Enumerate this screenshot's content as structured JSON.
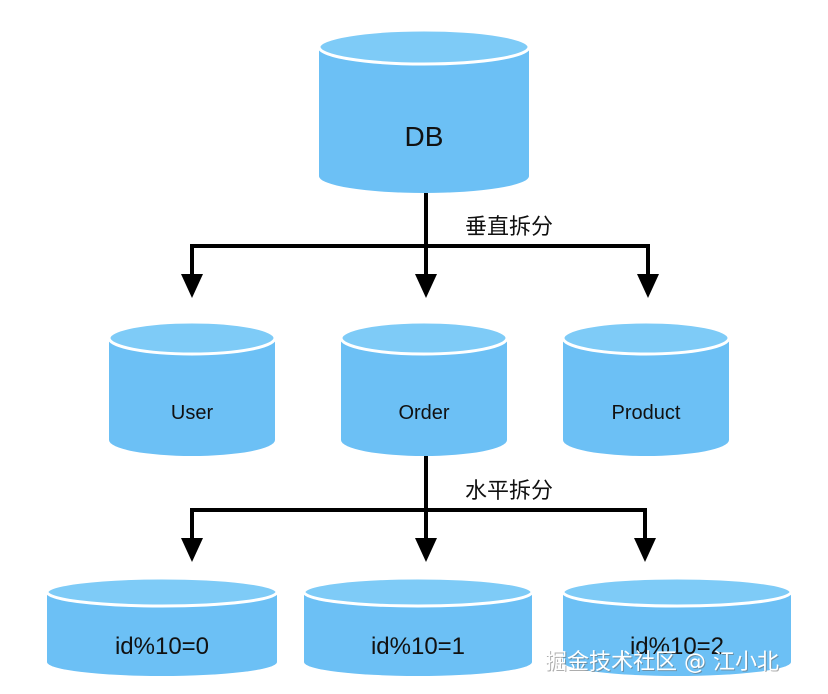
{
  "colors": {
    "db_fill": "#6CC0F5",
    "db_top": "#79C8F7",
    "db_rim": "#FFFFFF",
    "arrow": "#000000",
    "background": "#FFFFFF"
  },
  "diagram": {
    "root": {
      "label": "DB"
    },
    "vertical_split": {
      "label": "垂直拆分",
      "children": [
        {
          "label": "User"
        },
        {
          "label": "Order"
        },
        {
          "label": "Product"
        }
      ]
    },
    "horizontal_split": {
      "label": "水平拆分",
      "children": [
        {
          "label": "id%10=0"
        },
        {
          "label": "id%10=1"
        },
        {
          "label": "id%10=2"
        }
      ]
    }
  },
  "watermark": {
    "text": "掘金技术社区 @ 江小北"
  }
}
